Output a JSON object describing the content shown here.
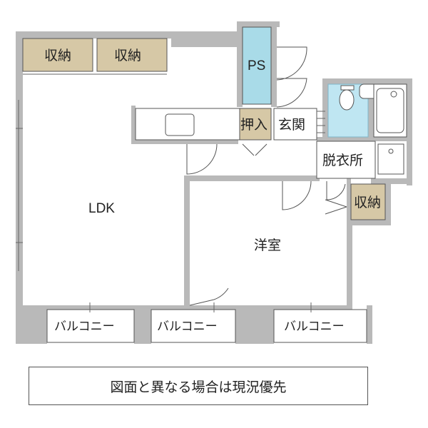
{
  "rooms": {
    "storage_1": "収納",
    "storage_2": "収納",
    "storage_3": "収納",
    "ps": "PS",
    "oshiire": "押入",
    "entrance": "玄関",
    "dressing": "脱衣所",
    "ldk": "LDK",
    "western": "洋室",
    "balcony_1": "バルコニー",
    "balcony_2": "バルコニー",
    "balcony_3": "バルコニー"
  },
  "colors": {
    "storage": "#d6c8a6",
    "ps": "#a9dbe8",
    "bath_tile": "#bfe6f2",
    "wall": "#b9b9b9"
  },
  "note": "図面と異なる場合は現況優先"
}
